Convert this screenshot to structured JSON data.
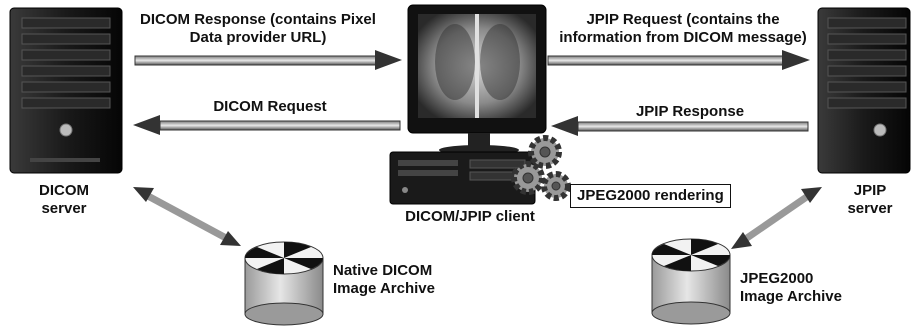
{
  "labels": {
    "dicom_response": "DICOM Response (contains Pixel Data provider URL)",
    "dicom_request": "DICOM Request",
    "jpip_request": "JPIP Request (contains the information from DICOM message)",
    "jpip_response": "JPIP Response",
    "dicom_server_line1": "DICOM",
    "dicom_server_line2": "server",
    "jpip_server_line1": "JPIP",
    "jpip_server_line2": "server",
    "client": "DICOM/JPIP client",
    "rendering": "JPEG2000 rendering",
    "native_archive_line1": "Native DICOM",
    "native_archive_line2": "Image Archive",
    "jpeg_archive_line1": "JPEG2000",
    "jpeg_archive_line2": "Image Archive"
  },
  "icons": {
    "dicom_server": "server-tower-icon",
    "jpip_server": "server-tower-icon",
    "client": "desktop-computer-icon",
    "rendering": "gears-icon",
    "native_archive": "database-disk-icon",
    "jpeg_archive": "database-disk-icon"
  }
}
